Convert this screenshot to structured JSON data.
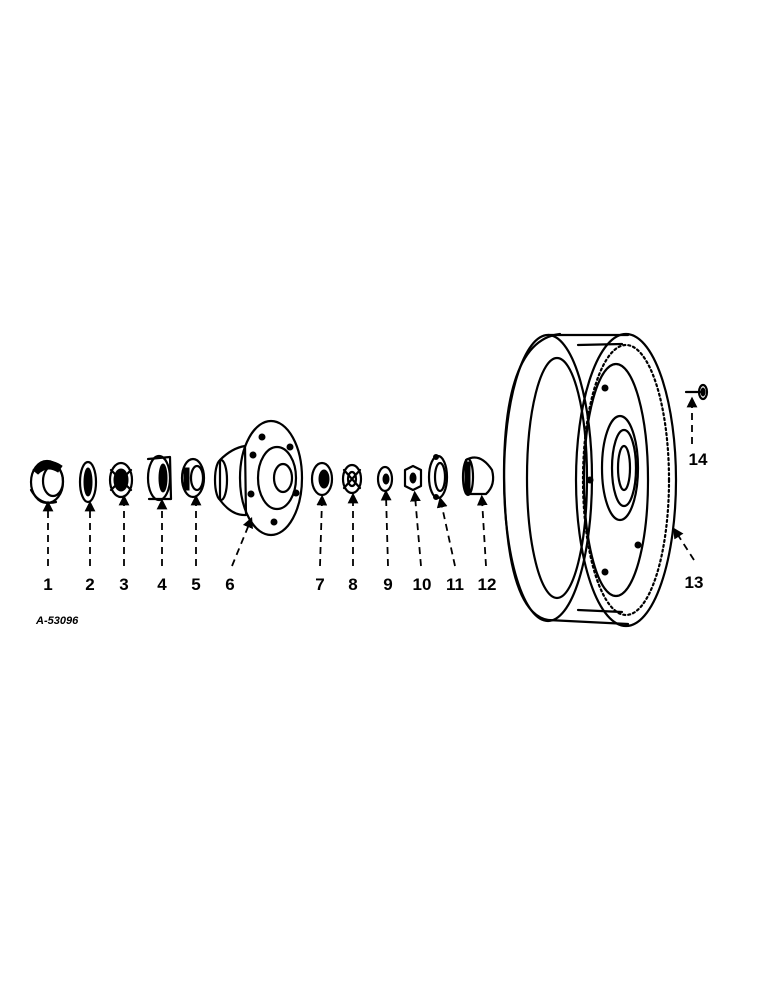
{
  "diagram": {
    "drawing_code": "A-53096",
    "parts": [
      {
        "label": "1"
      },
      {
        "label": "2"
      },
      {
        "label": "3"
      },
      {
        "label": "4"
      },
      {
        "label": "5"
      },
      {
        "label": "6"
      },
      {
        "label": "7"
      },
      {
        "label": "8"
      },
      {
        "label": "9"
      },
      {
        "label": "10"
      },
      {
        "label": "11"
      },
      {
        "label": "12"
      },
      {
        "label": "13"
      },
      {
        "label": "14"
      }
    ]
  }
}
